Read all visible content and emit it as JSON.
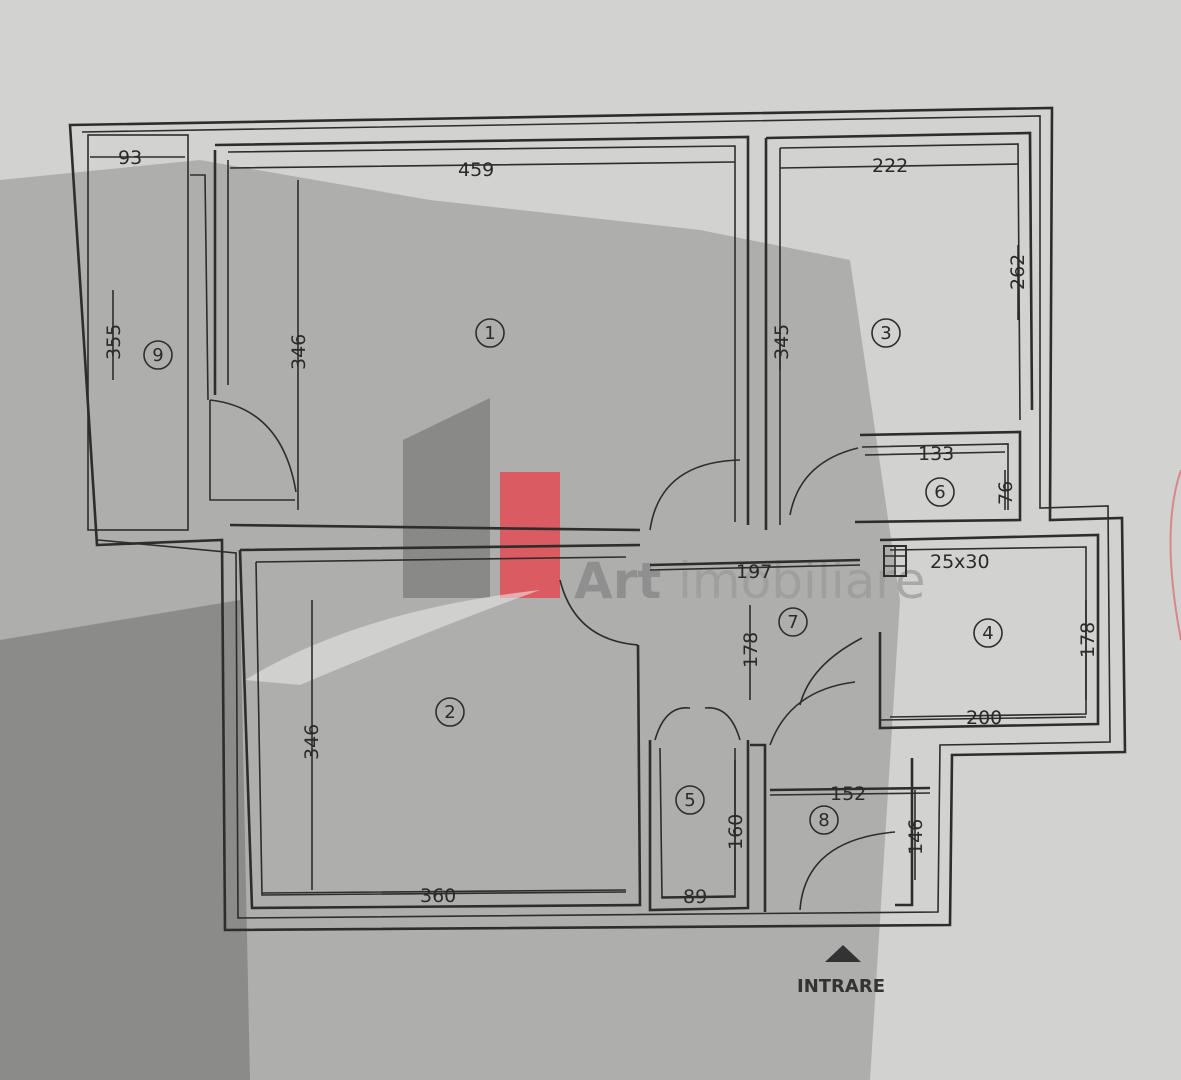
{
  "plan": {
    "entrance_label": "INTRARE",
    "watermark": {
      "brand": "Art",
      "suffix": "imobiliare"
    },
    "chimney_label": "25x30",
    "rooms": [
      {
        "id": "1",
        "label": "1"
      },
      {
        "id": "2",
        "label": "2"
      },
      {
        "id": "3",
        "label": "3"
      },
      {
        "id": "4",
        "label": "4"
      },
      {
        "id": "5",
        "label": "5"
      },
      {
        "id": "6",
        "label": "6"
      },
      {
        "id": "7",
        "label": "7"
      },
      {
        "id": "8",
        "label": "8"
      },
      {
        "id": "9",
        "label": "9"
      }
    ],
    "dimensions": {
      "d93": "93",
      "d459": "459",
      "d222": "222",
      "d355": "355",
      "d346a": "346",
      "d345": "345",
      "d262": "262",
      "d133": "133",
      "d76": "76",
      "d197": "197",
      "d178a": "178",
      "d178b": "178",
      "d200": "200",
      "d346b": "346",
      "d360": "360",
      "d89": "89",
      "d160": "160",
      "d152": "152",
      "d146": "146"
    }
  }
}
